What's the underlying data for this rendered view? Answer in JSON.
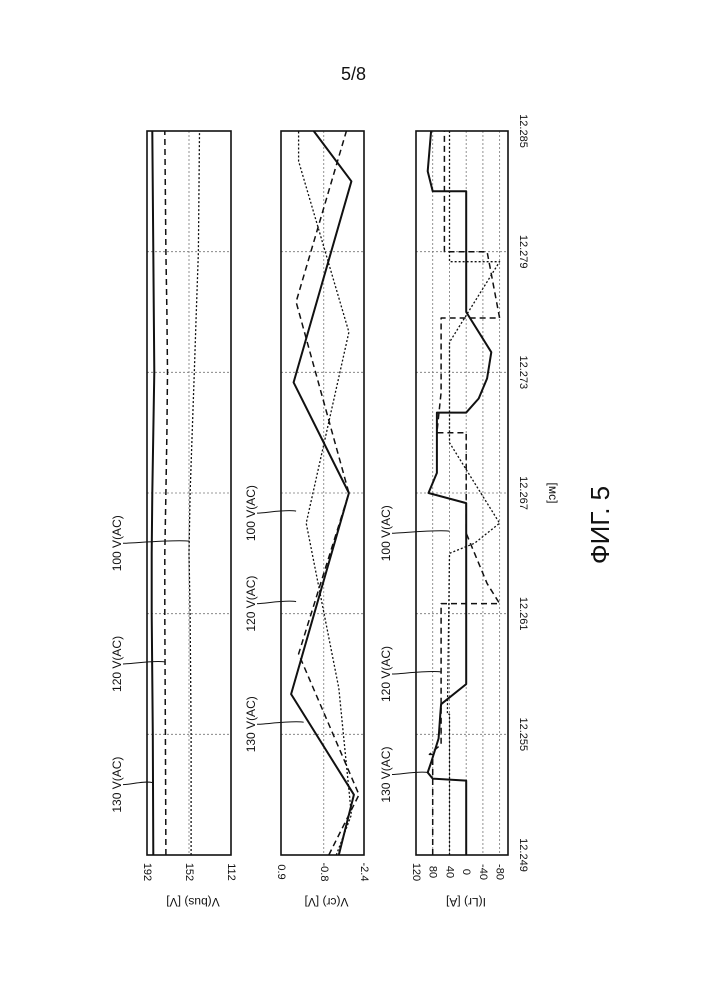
{
  "page_number": "5/8",
  "figure_label": "ФИГ. 5",
  "chart_data": {
    "type": "line",
    "xlabel": "[мс]",
    "x_ticks": [
      "12.249",
      "12.255",
      "12.261",
      "12.267",
      "12.273",
      "12.279",
      "12.285"
    ],
    "xlim": [
      12.249,
      12.285
    ],
    "line_styles": {
      "130 V(AC)": "solid",
      "120 V(AC)": "dashed",
      "100 V(AC)": "dotted"
    },
    "subplots": [
      {
        "id": "vbus",
        "ylabel": "V(bus) [V]",
        "y_ticks": [
          "192",
          "152",
          "112"
        ],
        "ylim": [
          112,
          192
        ],
        "series": [
          {
            "name": "130 V(AC)",
            "x": [
              12.249,
              12.255,
              12.261,
              12.264,
              12.267,
              12.27,
              12.273,
              12.276,
              12.279,
              12.285
            ],
            "y": [
              186,
              186.5,
              187.5,
              187.5,
              187,
              186,
              185,
              185.5,
              186,
              187
            ]
          },
          {
            "name": "120 V(AC)",
            "x": [
              12.249,
              12.255,
              12.261,
              12.264,
              12.267,
              12.27,
              12.273,
              12.276,
              12.279,
              12.285
            ],
            "y": [
              174,
              174.5,
              175,
              175,
              174,
              173,
              172.5,
              173,
              174,
              175
            ]
          },
          {
            "name": "100 V(AC)",
            "x": [
              12.249,
              12.255,
              12.261,
              12.264,
              12.267,
              12.27,
              12.273,
              12.276,
              12.279,
              12.285
            ],
            "y": [
              150,
              150,
              151,
              152,
              151,
              149,
              147,
              145,
              143,
              142
            ]
          }
        ],
        "annotations": [
          {
            "text": "130 V(AC)",
            "x": 12.2525,
            "y": 186.5
          },
          {
            "text": "120 V(AC)",
            "x": 12.2585,
            "y": 174.8
          },
          {
            "text": "100 V(AC)",
            "x": 12.2645,
            "y": 152
          }
        ]
      },
      {
        "id": "vcr",
        "ylabel": "V(cr) [V]",
        "y_ticks": [
          "0.9",
          "-0.8",
          "-2.4"
        ],
        "ylim": [
          -2.4,
          0.9
        ],
        "series": [
          {
            "name": "130 V(AC)",
            "x": [
              12.249,
              12.252,
              12.257,
              12.267,
              12.2725,
              12.2825,
              12.285
            ],
            "y": [
              -1.4,
              -2.0,
              0.5,
              -1.8,
              0.4,
              -1.9,
              -0.4
            ]
          },
          {
            "name": "120 V(AC)",
            "x": [
              12.249,
              12.252,
              12.259,
              12.267,
              12.2765,
              12.285
            ],
            "y": [
              -1.0,
              -2.2,
              0.2,
              -1.8,
              0.3,
              -1.7
            ]
          },
          {
            "name": "100 V(AC)",
            "x": [
              12.249,
              12.251,
              12.2573,
              12.2655,
              12.275,
              12.2835,
              12.285
            ],
            "y": [
              -1.3,
              -1.9,
              -1.4,
              -0.1,
              -1.8,
              0.2,
              0.2
            ]
          }
        ],
        "annotations": [
          {
            "text": "130 V(AC)",
            "x": 12.2555,
            "y": 0.0
          },
          {
            "text": "120 V(AC)",
            "x": 12.2615,
            "y": 0.3
          },
          {
            "text": "100 V(AC)",
            "x": 12.266,
            "y": 0.3
          }
        ]
      },
      {
        "id": "i",
        "ylabel": "I(Lr) [A]",
        "y_ticks": [
          "120",
          "80",
          "40",
          "0",
          "-40",
          "-80"
        ],
        "ylim": [
          -100,
          120
        ],
        "series": [
          {
            "name": "130 V(AC)",
            "x": [
              12.249,
              12.2527,
              12.2528,
              12.2531,
              12.2536,
              12.2548,
              12.256,
              12.2565,
              12.2575,
              12.264,
              12.2665,
              12.267,
              12.268,
              12.271,
              12.271,
              12.2717,
              12.2727,
              12.274,
              12.276,
              12.282,
              12.282,
              12.283,
              12.285
            ],
            "y": [
              0,
              0,
              80,
              92,
              84,
              66,
              62,
              60,
              0,
              0,
              0,
              90,
              70,
              70,
              0,
              -30,
              -50,
              -60,
              0,
              0,
              80,
              92,
              84
            ]
          },
          {
            "name": "120 V(AC)",
            "x": [
              12.249,
              12.254,
              12.254,
              12.2545,
              12.256,
              12.2615,
              12.2615,
              12.2625,
              12.265,
              12.27,
              12.27,
              12.272,
              12.2757,
              12.2757,
              12.279,
              12.279,
              12.2805,
              12.285
            ],
            "y": [
              80,
              80,
              88,
              60,
              60,
              60,
              -80,
              -50,
              0,
              0,
              70,
              60,
              60,
              -80,
              -50,
              52,
              52,
              52
            ]
          },
          {
            "name": "100 V(AC)",
            "x": [
              12.249,
              12.256,
              12.256,
              12.264,
              12.2645,
              12.2655,
              12.2695,
              12.2695,
              12.2745,
              12.2785,
              12.2785,
              12.285
            ],
            "y": [
              40,
              40,
              45,
              40,
              -20,
              -80,
              40,
              40,
              40,
              -80,
              40,
              40
            ]
          }
        ],
        "annotations": [
          {
            "text": "130 V(AC)",
            "x": 12.253,
            "y": 90
          },
          {
            "text": "120 V(AC)",
            "x": 12.258,
            "y": 60
          },
          {
            "text": "100 V(AC)",
            "x": 12.265,
            "y": 40
          }
        ]
      }
    ]
  }
}
